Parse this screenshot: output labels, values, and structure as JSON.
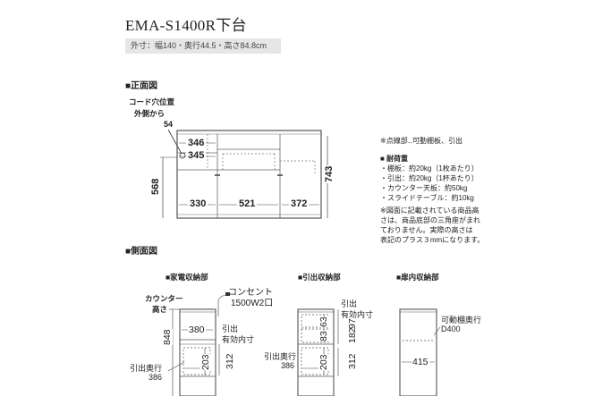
{
  "header": {
    "title": "EMA-S1400R下台",
    "dimensions": "外寸：幅140・奥行44.5・高さ84.8cm"
  },
  "front": {
    "section_label": "■正面図",
    "cord_label_1": "コード穴位置",
    "cord_label_2": "外側から",
    "cord_label_3": "54",
    "dim_346": "346",
    "dim_345": "345",
    "dim_330": "330",
    "dim_521": "521",
    "dim_372": "372",
    "dim_568": "568",
    "dim_743": "743"
  },
  "notes": {
    "dotted_line": "※点線部‥可動棚板、引出",
    "load_title": "■ 耐荷重",
    "load_items": [
      "・棚板：約20kg（1枚あたり）",
      "・引出：約20kg（1杯あたり）",
      "・カウンター天板：約50kg",
      "・スライドテーブル：約10kg"
    ],
    "disclaimer": [
      "※図面に記載されている商品高",
      "さは、商品底部の三角座がまれ",
      "ておりません。実際の高さは",
      "表記のプラス３mmになります。"
    ]
  },
  "side": {
    "section_label": "■側面図",
    "appliance": {
      "title": "■家電収納部",
      "counter_1": "カウンター",
      "counter_2": "高さ",
      "outlet_1": "コンセント",
      "outlet_2": "1500W2口",
      "dim_380": "380",
      "drawer_1": "引出",
      "drawer_2": "有効内寸",
      "dim_848": "848",
      "dim_203": "203",
      "dim_312": "312",
      "depth_1": "引出奥行",
      "depth_2": "386"
    },
    "drawer": {
      "title": "■引出収納部",
      "drawer_1": "引出",
      "drawer_2": "有効内寸",
      "dim_63": "63",
      "dim_97": "97",
      "dim_83": "83",
      "dim_182": "182",
      "dim_203": "203",
      "dim_312": "312",
      "depth_1": "引出奥行",
      "depth_2": "386"
    },
    "cabinet": {
      "title": "■扉内収納部",
      "shelf_1": "可動棚奥行",
      "shelf_2": "D400",
      "dim_415": "415"
    }
  }
}
